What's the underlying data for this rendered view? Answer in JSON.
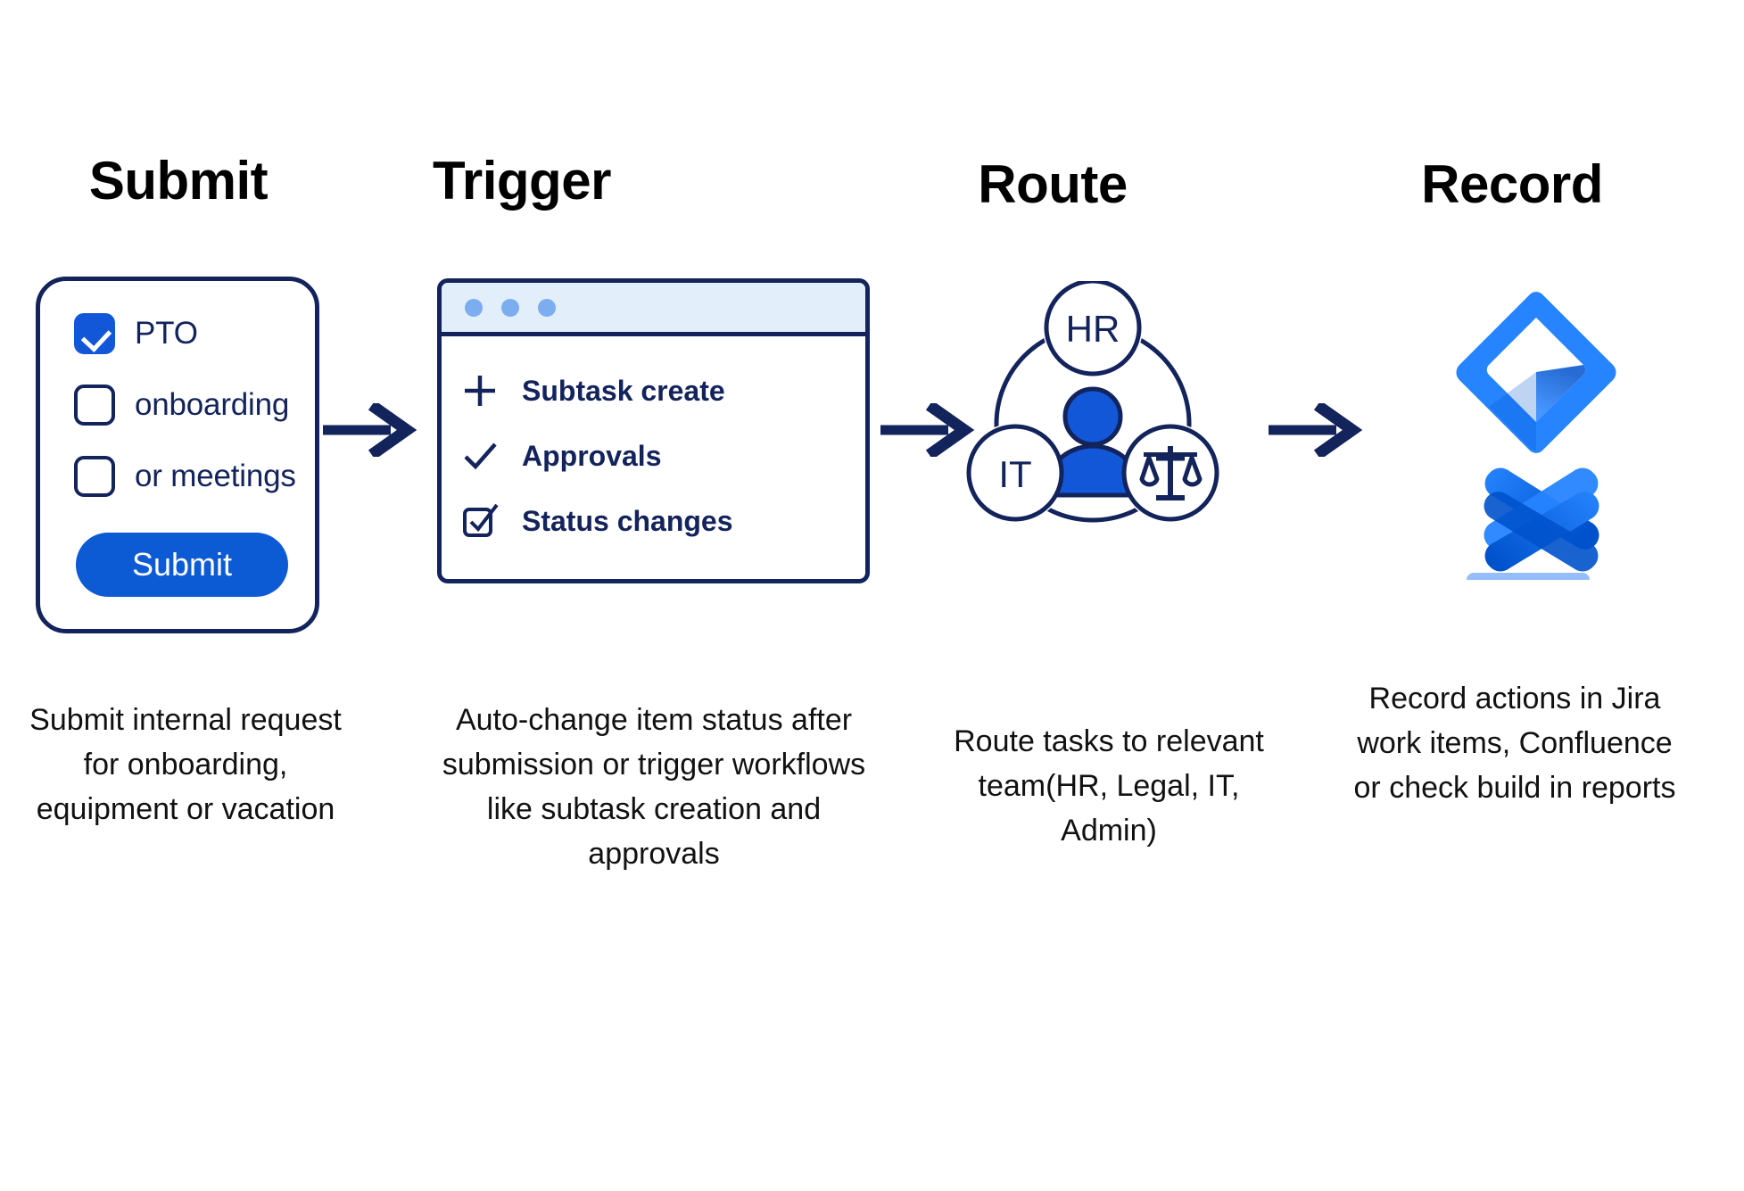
{
  "headings": [
    {
      "label": "Submit"
    },
    {
      "label": "Trigger"
    },
    {
      "label": "Route"
    },
    {
      "label": "Record"
    }
  ],
  "submit_card": {
    "checkboxes": [
      {
        "label": "PTO",
        "checked": true
      },
      {
        "label": "onboarding",
        "checked": false
      },
      {
        "label": "or meetings",
        "checked": false
      }
    ],
    "button_label": "Submit"
  },
  "trigger_window": {
    "dots": 3,
    "rows": [
      {
        "icon": "plus-icon",
        "label": "Subtask create"
      },
      {
        "icon": "check-icon",
        "label": "Approvals"
      },
      {
        "icon": "checkbox-checked-icon",
        "label": "Status changes"
      }
    ]
  },
  "route_graphic": {
    "nodes": [
      {
        "label": "HR",
        "position": "top"
      },
      {
        "label": "IT",
        "position": "bottom-left"
      },
      {
        "label": "scales-icon",
        "position": "bottom-right"
      }
    ],
    "center_icon": "person-icon"
  },
  "record_graphic": {
    "logos": [
      {
        "name": "jira-logo"
      },
      {
        "name": "confluence-logo"
      }
    ],
    "bars": 2
  },
  "captions": [
    {
      "text": "Submit internal request for onboarding, equipment or vacation"
    },
    {
      "text": "Auto-change item status after submission or trigger workflows like subtask creation and approvals"
    },
    {
      "text": "Route tasks to relevant team(HR, Legal, IT, Admin)"
    },
    {
      "text": "Record actions in Jira work items, Confluence or check build in reports"
    }
  ],
  "colors": {
    "navy": "#13235B",
    "blue": "#1257D8",
    "button_blue": "#0D5BD4",
    "titlebar": "#E3EEFB",
    "dot_blue": "#7CADF0",
    "jira_blue": "#2684FF",
    "jira_blue_dark": "#0052CC",
    "bar_blue": "#94BDFA"
  }
}
